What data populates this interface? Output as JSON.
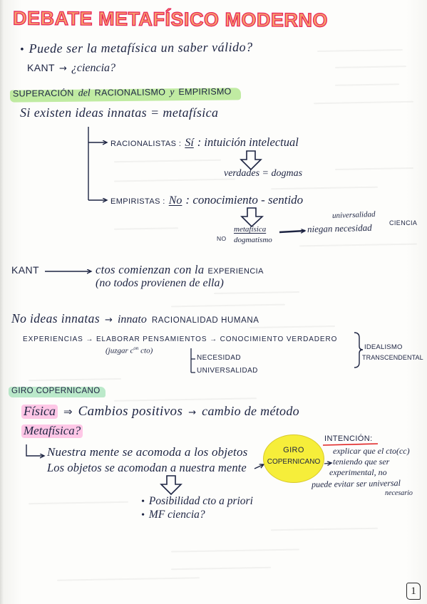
{
  "page": {
    "number": "1"
  },
  "title": "DEBATE METAFÍSICO MODERNO",
  "intro": {
    "bullet": "•",
    "question": "Puede ser la metafísica un saber válido?",
    "kant": "KANT",
    "arrow": "→",
    "kant_question": "¿ciencia?"
  },
  "superacion": {
    "heading": {
      "w1": "SUPERACIÓN",
      "w2": "del",
      "w3": "RACIONALISMO",
      "w4": "y",
      "w5": "EMPIRISMO"
    },
    "premise": "Si existen ideas innatas = metafísica",
    "racionalistas": {
      "label": "RACIONALISTAS :",
      "answer": "Sí",
      "detail": ": intuición intelectual",
      "result": "verdades = dogmas"
    },
    "empiristas": {
      "label": "EMPIRISTAS :",
      "answer": "No",
      "detail": ": conocimiento - sentido",
      "no": "NO",
      "metafisica": "metafísica",
      "dogmatismo": "dogmatismo",
      "niegan": "niegan necesidad",
      "universalidad": "universalidad",
      "ciencia": "CIENCIA"
    }
  },
  "kant": {
    "label": "KANT",
    "text": "ctos comienzan con la",
    "experiencia": "EXPERIENCIA",
    "note": "(no todos provienen de ella)"
  },
  "innatismo": {
    "text": "No ideas innatas",
    "arrow": "→",
    "innato": "innato",
    "racionalidad": "RACIONALIDAD HUMANA"
  },
  "proceso": {
    "chain": "EXPERIENCIAS → ELABORAR PENSAMIENTOS → CONOCIMIENTO VERDADERO",
    "juzgar_a": "(juzgar c",
    "juzgar_sup": "on",
    "juzgar_b": " cto)",
    "necesidad": "NECESIDAD",
    "universalidad": "UNIVERSALIDAD",
    "idealismo": "IDEALISMO",
    "transcendental": "TRANSCENDENTAL"
  },
  "giro": {
    "heading": "GIRO COPERNICANO",
    "fisica": "Física",
    "implies": "⇒",
    "cambios": "Cambios positivos",
    "arrow": "→",
    "metodo": "cambio de método",
    "metafisica": "Metafísica?",
    "line1": "Nuestra mente se acomoda a los objetos",
    "line2": "Los objetos se acomodan a nuestra mente",
    "circle": {
      "line1": "GIRO",
      "line2": "COPERNICANO"
    },
    "intencion": {
      "label": "INTENCIÓN:",
      "lines": [
        "explicar que el cto(cc)",
        "teniendo que ser",
        "experimental, no",
        "puede evitar ser universal",
        "necesario"
      ]
    },
    "bullets": [
      {
        "marker": "•",
        "text": "Posibilidad cto a priori"
      },
      {
        "marker": "•",
        "text": "MF ciencia?"
      }
    ]
  },
  "colors": {
    "ink": "#1d2442",
    "title_fill": "#f7a06b",
    "title_stroke": "#e8265a",
    "green_highlight": "#9be06a",
    "cyan_highlight": "#8fdcaa",
    "pink_highlight": "#ff9ad5",
    "yellow_circle": "#f6ee3a",
    "intencion_underline": "#e02424"
  }
}
